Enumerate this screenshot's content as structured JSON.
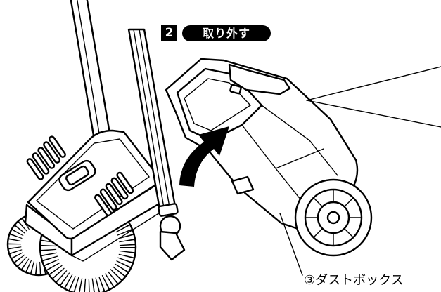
{
  "step": {
    "number": "2",
    "action": "取り外す"
  },
  "callouts": {
    "dust_box": "③ダストボックス"
  },
  "colors": {
    "ink": "#000000",
    "background": "#ffffff",
    "label_text": "#ffffff"
  },
  "icons": [
    "curved-arrow-icon"
  ]
}
